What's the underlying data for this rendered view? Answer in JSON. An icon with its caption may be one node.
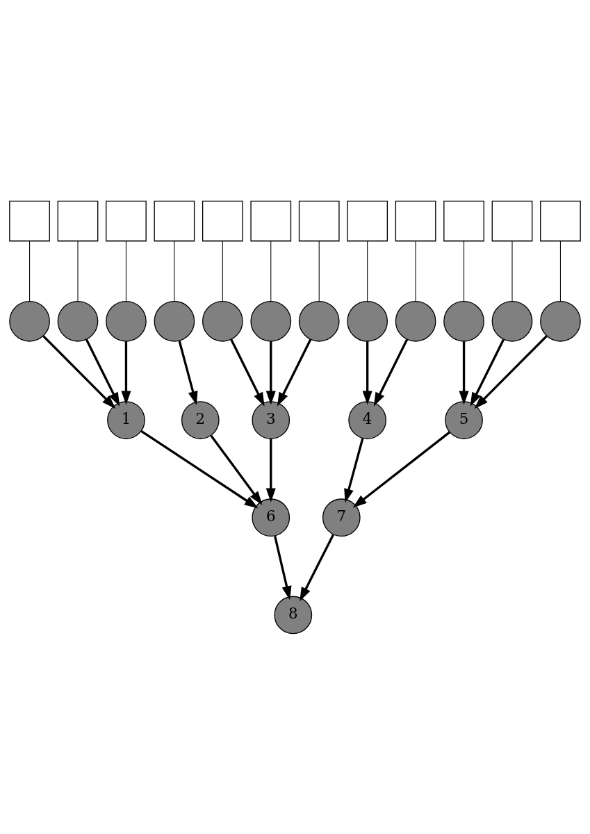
{
  "diagram": {
    "nodes": [
      {
        "text": [],
        "shape": "box"
      },
      {
        "text": [],
        "shape": "box"
      },
      {
        "text": [],
        "shape": "box"
      },
      {
        "text": [],
        "shape": "box"
      },
      {
        "text": [],
        "shape": "box"
      },
      {
        "text": [],
        "shape": "box"
      },
      {
        "text": [],
        "shape": "box"
      },
      {
        "text": [],
        "shape": "box"
      },
      {
        "text": [],
        "shape": "box"
      },
      {
        "text": [],
        "shape": "box"
      },
      {
        "text": [],
        "shape": "box"
      },
      {
        "text": [],
        "shape": "box"
      },
      {
        "text": [],
        "shape": "circle"
      },
      {
        "text": [],
        "shape": "circle"
      },
      {
        "text": [],
        "shape": "circle"
      },
      {
        "text": [],
        "shape": "circle"
      },
      {
        "text": [],
        "shape": "circle"
      },
      {
        "text": [],
        "shape": "circle"
      },
      {
        "text": [],
        "shape": "circle"
      },
      {
        "text": [],
        "shape": "circle"
      },
      {
        "text": [],
        "shape": "circle"
      },
      {
        "text": [],
        "shape": "circle"
      },
      {
        "text": [],
        "shape": "circle"
      },
      {
        "text": [],
        "shape": "circle"
      },
      {
        "text": [
          "1"
        ]
      },
      {
        "text": [
          "2"
        ]
      },
      {
        "text": [
          "3"
        ]
      },
      {
        "text": [
          "4"
        ]
      },
      {
        "text": [
          "5"
        ]
      },
      {
        "text": [
          "6"
        ]
      },
      {
        "text": [
          "7"
        ]
      },
      {
        "text": [
          "8"
        ]
      }
    ],
    "edges": [
      {
        "from": 0,
        "to": 12,
        "arrow": "none"
      },
      {
        "from": 1,
        "to": 13,
        "arrow": "none"
      },
      {
        "from": 2,
        "to": 14,
        "arrow": "none"
      },
      {
        "from": 3,
        "to": 15,
        "arrow": "none"
      },
      {
        "from": 4,
        "to": 16,
        "arrow": "none"
      },
      {
        "from": 5,
        "to": 17,
        "arrow": "none"
      },
      {
        "from": 6,
        "to": 18,
        "arrow": "none"
      },
      {
        "from": 7,
        "to": 19,
        "arrow": "none"
      },
      {
        "from": 8,
        "to": 20,
        "arrow": "none"
      },
      {
        "from": 9,
        "to": 21,
        "arrow": "none"
      },
      {
        "from": 10,
        "to": 22,
        "arrow": "none"
      },
      {
        "from": 11,
        "to": 23,
        "arrow": "none"
      },
      {
        "from": 12,
        "to": 24,
        "arrow": "to"
      },
      {
        "from": 13,
        "to": 24,
        "arrow": "to"
      },
      {
        "from": 14,
        "to": 24,
        "arrow": "to"
      },
      {
        "from": 15,
        "to": 25,
        "arrow": "to"
      },
      {
        "from": 16,
        "to": 26,
        "arrow": "to"
      },
      {
        "from": 17,
        "to": 26,
        "arrow": "to"
      },
      {
        "from": 18,
        "to": 26,
        "arrow": "to"
      },
      {
        "from": 19,
        "to": 27,
        "arrow": "to"
      },
      {
        "from": 20,
        "to": 27,
        "arrow": "to"
      },
      {
        "from": 21,
        "to": 28,
        "arrow": "to"
      },
      {
        "from": 22,
        "to": 28,
        "arrow": "to"
      },
      {
        "from": 23,
        "to": 28,
        "arrow": "to"
      },
      {
        "from": 24,
        "to": 29,
        "arrow": "to"
      },
      {
        "from": 25,
        "to": 29,
        "arrow": "to"
      },
      {
        "from": 26,
        "to": 29,
        "arrow": "to"
      },
      {
        "from": 27,
        "to": 30,
        "arrow": "to"
      },
      {
        "from": 28,
        "to": 30,
        "arrow": "to"
      },
      {
        "from": 29,
        "to": 31,
        "arrow": "to"
      },
      {
        "from": 30,
        "to": 31,
        "arrow": "to"
      }
    ]
  }
}
